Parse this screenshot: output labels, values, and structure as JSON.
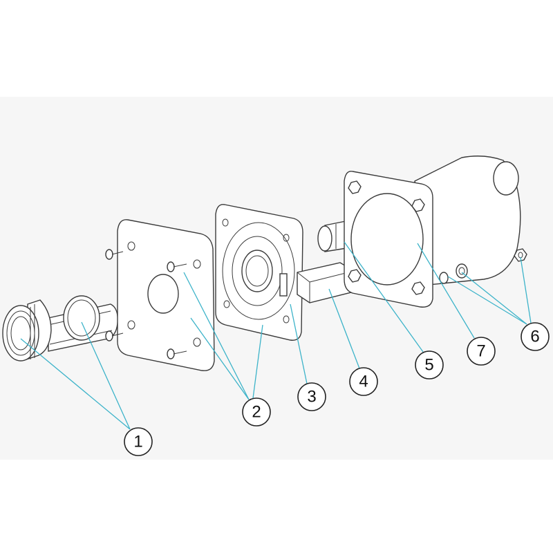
{
  "colors": {
    "background_band": "#f6f6f6",
    "line_art": "#3a3a3a",
    "leader_lines": "#3cb3c9",
    "callout_outline": "#222222"
  },
  "callouts": [
    {
      "id": "1",
      "label": "1"
    },
    {
      "id": "2",
      "label": "2"
    },
    {
      "id": "3",
      "label": "3"
    },
    {
      "id": "4",
      "label": "4"
    },
    {
      "id": "5",
      "label": "5"
    },
    {
      "id": "6",
      "label": "6"
    },
    {
      "id": "7",
      "label": "7"
    }
  ]
}
